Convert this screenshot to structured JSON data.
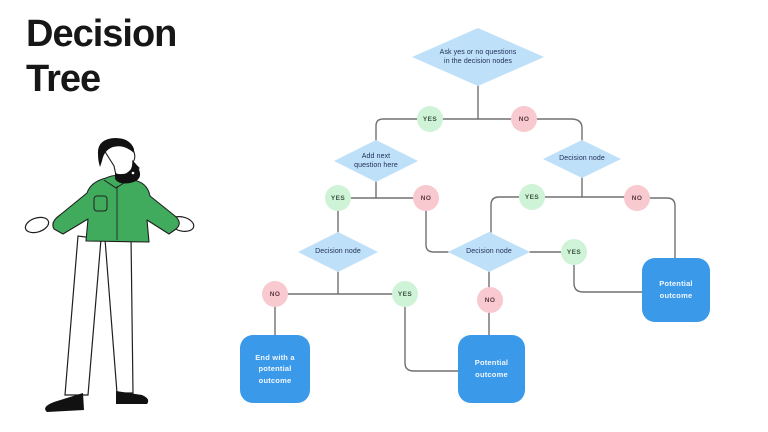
{
  "title": {
    "line1": "Decision",
    "line2": "Tree"
  },
  "illustration": {
    "name": "man-with-open-arms"
  },
  "flowchart": {
    "labels": {
      "yes": "YES",
      "no": "NO"
    },
    "diamonds": {
      "root": "Ask yes or no questions in the decision nodes",
      "add_next": "Add next question here",
      "decision_right": "Decision node",
      "decision_left": "Decision node",
      "decision_mid": "Decision node"
    },
    "outcomes": {
      "end": "End with a potential outcome",
      "mid": "Potential outcome",
      "right": "Potential outcome"
    }
  },
  "colors": {
    "title_text": "#171717",
    "diamond_fill": "#BEE0F8",
    "diamond_text": "#22305A",
    "yes_fill": "#CFF3D6",
    "no_fill": "#F8C9CE",
    "outcome_fill": "#3B99E9",
    "connector": "#707070",
    "shirt_green": "#41AB5D"
  }
}
